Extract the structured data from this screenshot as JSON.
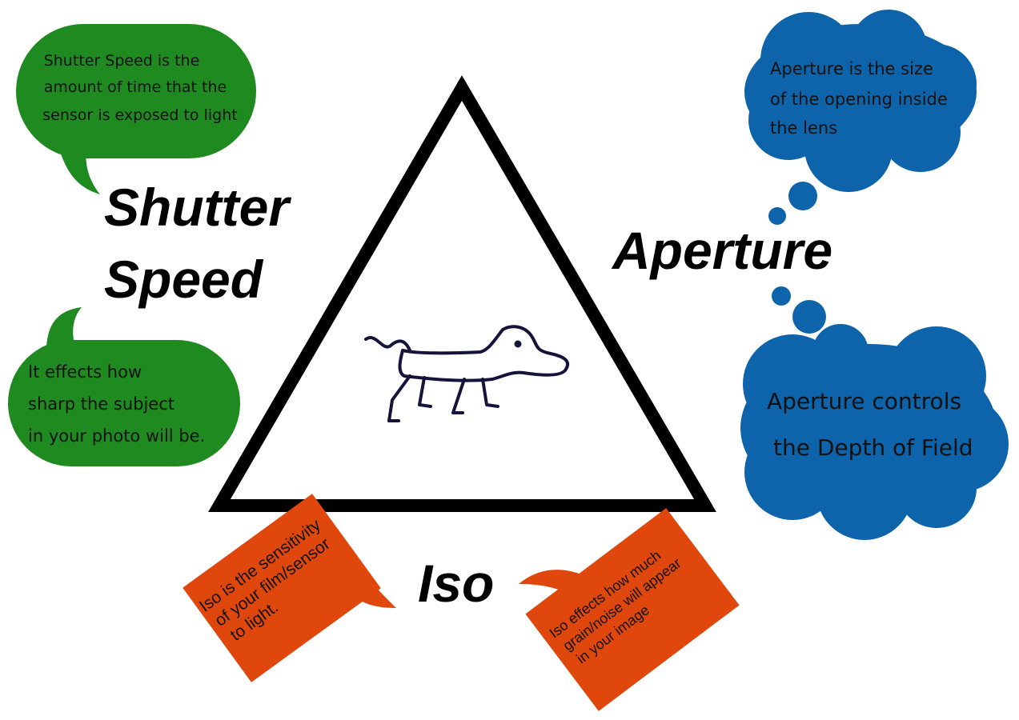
{
  "labels": {
    "shutter_line1": "Shutter",
    "shutter_line2": "Speed",
    "aperture": "Aperture",
    "iso": "Iso"
  },
  "shutter_notes": {
    "top": [
      "Shutter Speed is the",
      "amount of time that the",
      "sensor is exposed to light"
    ],
    "bottom": [
      "It effects how",
      "sharp the subject",
      "in your photo will be."
    ]
  },
  "aperture_notes": {
    "top": [
      "Aperture is the size",
      "of the opening inside",
      "the lens"
    ],
    "bottom": [
      "Aperture controls",
      "the Depth of Field"
    ]
  },
  "iso_notes": {
    "left": [
      "Iso is the sensitivity",
      "of your film/sensor",
      "to light."
    ],
    "right": [
      "Iso effects how much",
      "grain/noise will appear",
      "in your image"
    ]
  },
  "colors": {
    "green": "#1f8a1f",
    "blue": "#0d64ab",
    "orange": "#e0470c",
    "ink": "#14143a"
  },
  "icons": [
    "dog-doodle"
  ]
}
